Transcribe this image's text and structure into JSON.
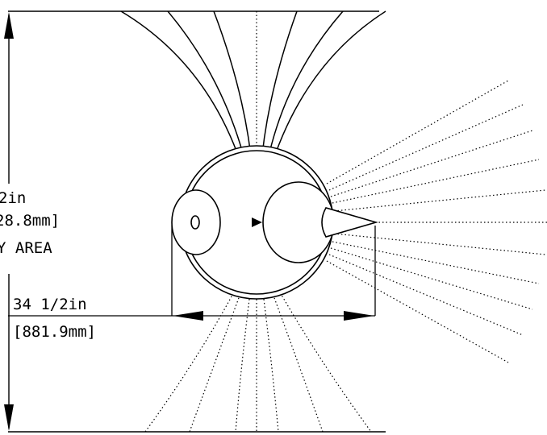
{
  "dimensions": {
    "height_inches": "2in",
    "height_mm": "28.8mm]",
    "area_label": "Y AREA",
    "width_inches": "34 1/2in",
    "width_mm": "[881.9mm]"
  },
  "colors": {
    "ink": "#000000",
    "background": "#ffffff"
  }
}
